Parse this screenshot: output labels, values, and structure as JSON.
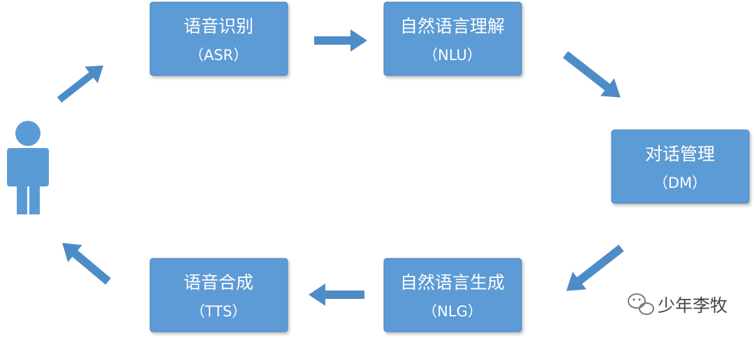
{
  "nodes": {
    "asr": {
      "label": "语音识别",
      "abbr": "（ASR）"
    },
    "nlu": {
      "label": "自然语言理解",
      "abbr": "（NLU）"
    },
    "dm": {
      "label": "对话管理",
      "abbr": "（DM）"
    },
    "nlg": {
      "label": "自然语言生成",
      "abbr": "（NLG）"
    },
    "tts": {
      "label": "语音合成",
      "abbr": "（TTS）"
    }
  },
  "watermark": {
    "text": "少年李牧",
    "icon": "wechat-icon"
  },
  "colors": {
    "node_fill": "#5b9bd5",
    "arrow": "#4e8cc8",
    "text": "#ffffff"
  }
}
